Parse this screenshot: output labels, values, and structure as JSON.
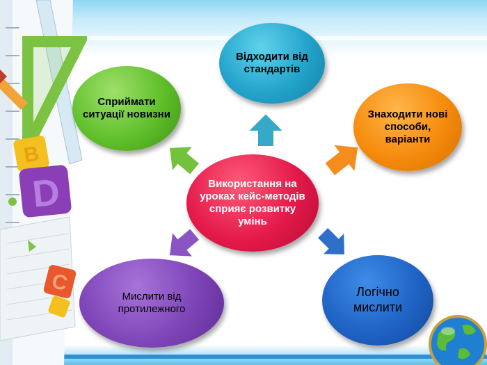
{
  "diagram": {
    "center": {
      "text": "Використання на уроках кейс-методів сприяє розвитку умінь"
    },
    "nodes": [
      {
        "id": "top",
        "text": "Відходити від стандартів",
        "color": "#23a3cb"
      },
      {
        "id": "top-left",
        "text": "Сприймати ситуації новизни",
        "color": "#5fbf2a"
      },
      {
        "id": "top-right",
        "text": "Знаходити нові способи, варіанти",
        "color": "#f58b0c"
      },
      {
        "id": "bottom-left",
        "text": "Мислити від протилежного",
        "color": "#7e44b8"
      },
      {
        "id": "bottom-right",
        "text": "Логічно мислити",
        "color": "#1f63c5"
      }
    ],
    "arrow_colors": {
      "up": "#36a9c9",
      "up-left": "#72c23c",
      "up-right": "#f48d1d",
      "down-left": "#8a55c2",
      "down-right": "#2f6fc9"
    },
    "center_color": "#e3194a"
  },
  "decor": {
    "left_letters": [
      "B",
      "D",
      "C"
    ],
    "left_icon": "ruler-and-triangle-icon",
    "corner_icon": "globe-icon"
  }
}
